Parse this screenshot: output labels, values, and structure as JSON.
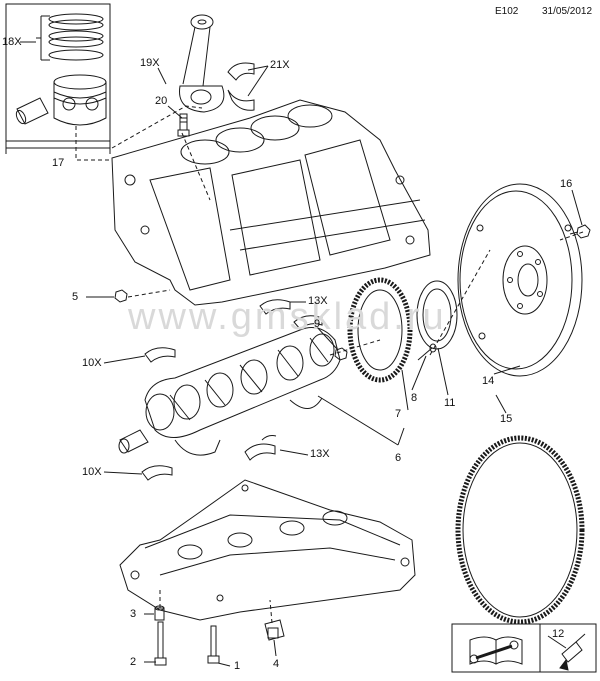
{
  "header": {
    "code": "E102",
    "date": "31/05/2012"
  },
  "watermark": "www.gmsklad.ru",
  "callouts": {
    "c18x": "18X",
    "c17": "17",
    "c19x": "19X",
    "c20": "20",
    "c21x": "21X",
    "c16": "16",
    "c5": "5",
    "c13x_top": "13X",
    "c9": "9",
    "c10x_top": "10X",
    "c7": "7",
    "c8": "8",
    "c11": "11",
    "c14": "14",
    "c15": "15",
    "c6": "6",
    "c13x_bottom": "13X",
    "c10x_bottom": "10X",
    "c3": "3",
    "c2": "2",
    "c1": "1",
    "c4": "4",
    "c12": "12"
  },
  "icons": [
    "manual-book-icon",
    "wrench-icon",
    "sealant-tube-icon"
  ],
  "colors": {
    "line": "#1a1a1a",
    "watermark": "#d9d9d9"
  }
}
